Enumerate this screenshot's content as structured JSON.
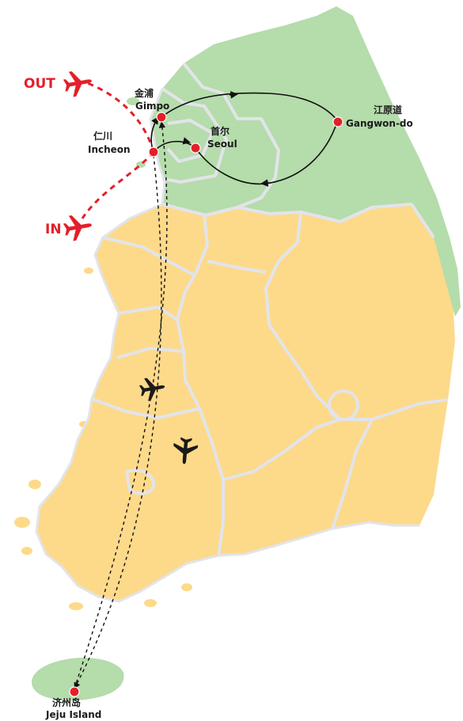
{
  "colors": {
    "north_region": "#b5dcab",
    "south_region": "#fdd98a",
    "border": "#e2e4ea",
    "city_marker": "#e2202b",
    "route_line": "#111111",
    "flight_line": "#e2202b",
    "tag_text": "#e2202b"
  },
  "flights": {
    "out": {
      "label": "OUT",
      "icon": "airplane-icon"
    },
    "in": {
      "label": "IN",
      "icon": "airplane-icon"
    }
  },
  "cities": [
    {
      "id": "gimpo",
      "cn": "金浦",
      "en": "Gimpo"
    },
    {
      "id": "incheon",
      "cn": "仁川",
      "en": "Incheon"
    },
    {
      "id": "seoul",
      "cn": "首尔",
      "en": "Seoul"
    },
    {
      "id": "gangwon",
      "cn": "江原道",
      "en": "Gangwon-do"
    },
    {
      "id": "jeju",
      "cn": "济州岛",
      "en": "Jeju Island"
    }
  ],
  "domestic_flight_icons": [
    "airplane-icon",
    "airplane-icon"
  ]
}
